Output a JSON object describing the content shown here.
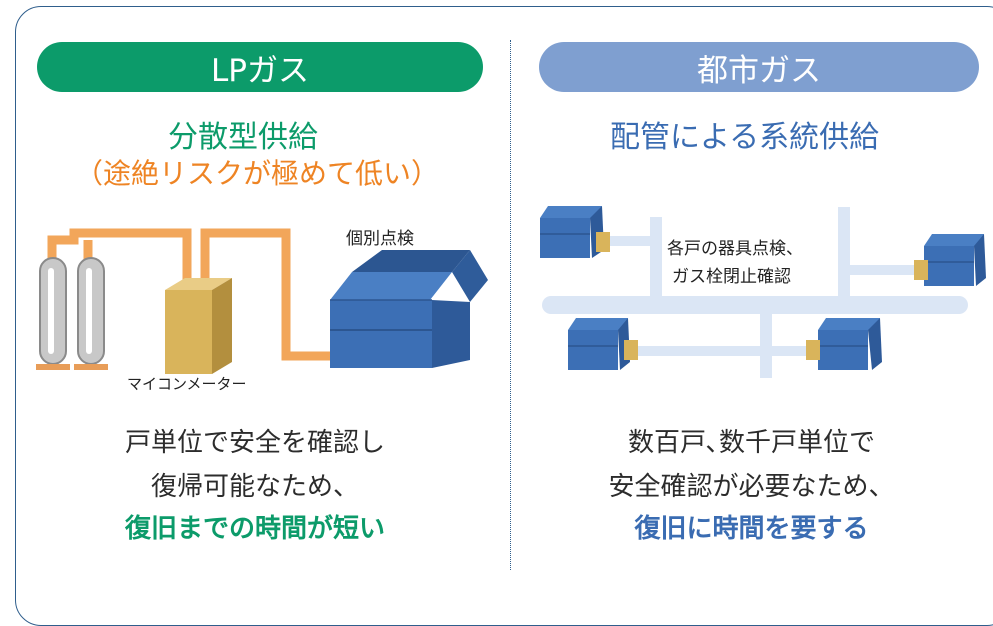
{
  "left": {
    "header": "LPガス",
    "subtitle": "分散型供給",
    "note": "（途絶リスクが極めて低い）",
    "house_label": "個別点検",
    "meter_label": "マイコンメーター",
    "body": [
      "戸単位で安全を確認し",
      "復帰可能なため、"
    ],
    "conclusion": "復旧までの時間が短い"
  },
  "right": {
    "header": "都市ガス",
    "subtitle": "配管による系統供給",
    "callout": [
      "各戸の器具点検、",
      "ガス栓閉止確認"
    ],
    "body": [
      "数百戸､数千戸単位で",
      "安全確認が必要なため、"
    ],
    "conclusion": "復旧に時間を要する"
  },
  "colors": {
    "lp_green": "#0c9b6a",
    "city_blue": "#7f9fd0",
    "orange": "#ee8424",
    "text_blue": "#3a6cb2",
    "pipe_orange": "#f2a65a",
    "pipe_light_blue": "#dbe6f5",
    "house_blue": "#3c6fb5",
    "meter_tan": "#d9b45b",
    "frame": "#2f5e8c"
  },
  "icons": [
    "gas-cylinder-icon",
    "micom-meter-icon",
    "house-icon",
    "small-house-icon",
    "gas-meter-box-icon"
  ]
}
